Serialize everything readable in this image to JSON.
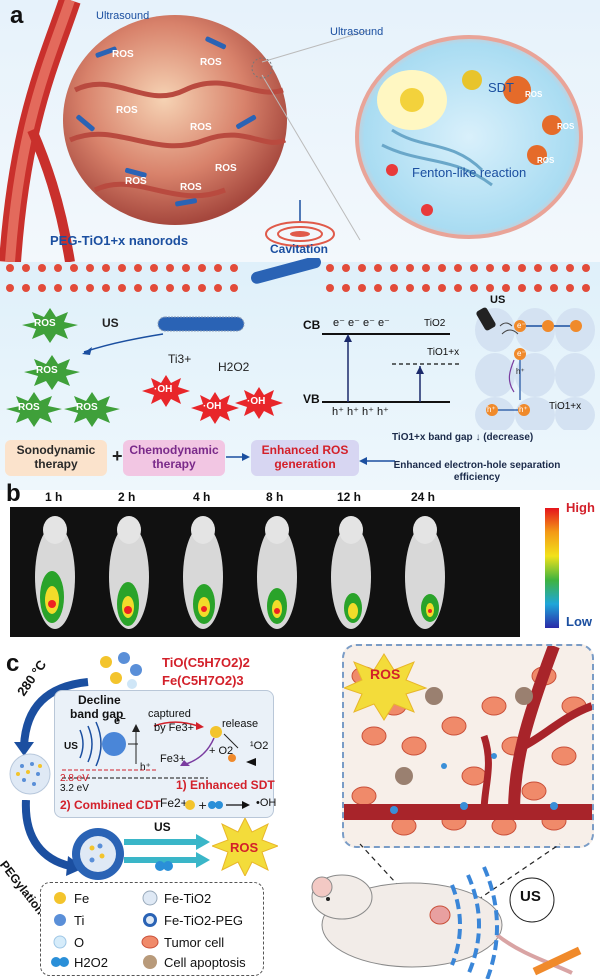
{
  "panel_a": {
    "letter": "a",
    "ultrasound_left": "Ultrasound",
    "ultrasound_right": "Ultrasound",
    "ros_label": "ROS",
    "sdt_label": "SDT",
    "fenton_label": "Fenton-like reaction",
    "nanorod_label": "PEG-TiO1+x nanorods",
    "cavitation_label": "Cavitation",
    "us_label": "US",
    "ti3_label": "Ti3+",
    "h2o2_label": "H2O2",
    "oh_label": "·OH",
    "cb_label": "CB",
    "vb_label": "VB",
    "electrons": "e⁻  e⁻  e⁻  e⁻",
    "holes": "h⁺  h⁺  h⁺  h⁺",
    "tio2_label": "TiO2",
    "tio1x_label": "TiO1+x",
    "us_right": "US",
    "tio1x_right": "TiO1+x",
    "e_sym": "e⁻",
    "h_sym": "h⁺",
    "sono_box": "Sonodynamic therapy",
    "plus": "+",
    "chemo_box": "Chemodynamic therapy",
    "enhanced_box": "Enhanced ROS generation",
    "band_gap_text": "TiO1+x band gap ↓ (decrease)",
    "separation_text": "Enhanced electron-hole separation efficiency"
  },
  "panel_b": {
    "letter": "b",
    "timepoints": [
      "1 h",
      "2 h",
      "4 h",
      "8 h",
      "12 h",
      "24 h"
    ],
    "scale_high": "High",
    "scale_low": "Low"
  },
  "panel_c": {
    "letter": "c",
    "precursor1": "TiO(C5H7O2)2",
    "precursor2": "Fe(C5H7O2)3",
    "temp": "280 °C",
    "decline": "Decline",
    "band_gap": "band gap",
    "captured": "captured",
    "by_fe": "by Fe3+",
    "release": "release",
    "o2": "+ O2",
    "singlet": "¹O2",
    "fe3": "Fe3+",
    "ev28": "2.8 eV",
    "ev32": "3.2 eV",
    "enhanced_sdt": "1) Enhanced SDT",
    "combined_cdt": "2) Combined CDT",
    "fe2": "Fe2+",
    "oh_product": "•OH",
    "pegylation": "PEGylation",
    "us": "US",
    "ros": "ROS",
    "ros_tumor": "ROS",
    "us_mouse": "US",
    "legend": [
      {
        "label": "Fe",
        "icon": "fe-dot-icon"
      },
      {
        "label": "Fe-TiO2",
        "icon": "fe-tio2-icon"
      },
      {
        "label": "Ti",
        "icon": "ti-dot-icon"
      },
      {
        "label": "Fe-TiO2-PEG",
        "icon": "fe-tio2-peg-icon"
      },
      {
        "label": "O",
        "icon": "o-dot-icon"
      },
      {
        "label": "Tumor cell",
        "icon": "tumor-cell-icon"
      },
      {
        "label": "H2O2",
        "icon": "h2o2-icon"
      },
      {
        "label": "Cell apoptosis",
        "icon": "apoptosis-icon"
      }
    ]
  },
  "colors": {
    "ros_green": "#3fa03a",
    "oh_red": "#e8262a",
    "sono_box": "#fbe3cc",
    "chemo_box": "#f2c6e3",
    "enhanced_box": "#d7d6f2",
    "blue_text": "#1b4fa0",
    "red_text": "#d3202a"
  }
}
